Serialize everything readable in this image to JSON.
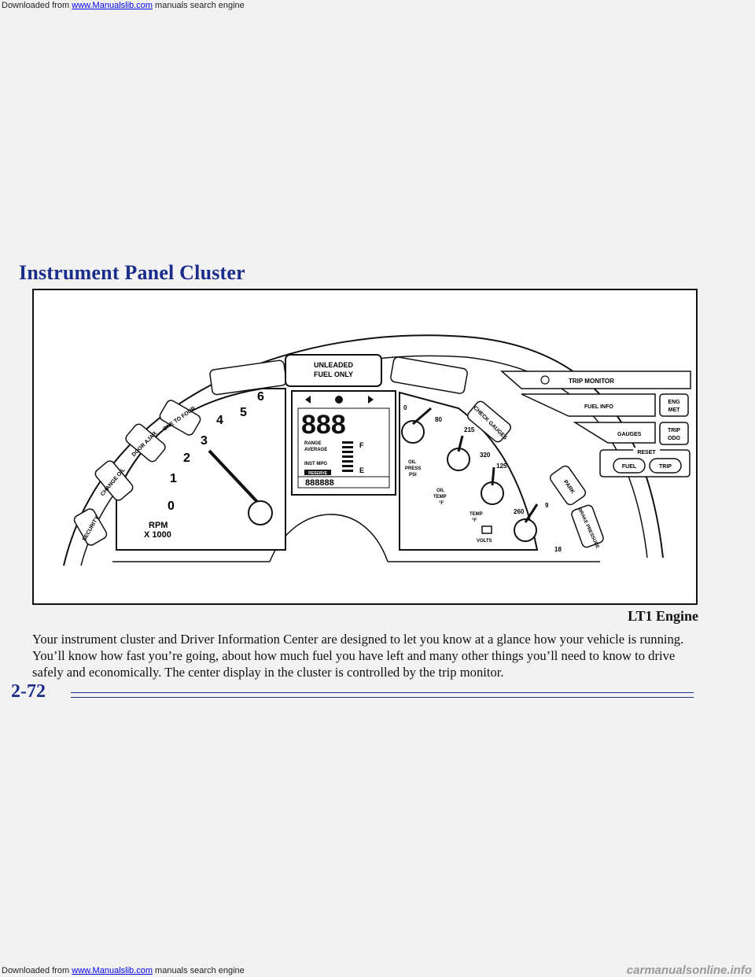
{
  "topbar": {
    "prefix": "Downloaded from ",
    "link": "www.Manualslib.com",
    "suffix": " manuals search engine"
  },
  "heading": "Instrument Panel Cluster",
  "figure": {
    "caption": "LT1 Engine",
    "fuel_label_1": "UNLEADED",
    "fuel_label_2": "FUEL ONLY",
    "left_indicators": [
      "SECURITY",
      "CHANGE OIL",
      "DOOR AJAR",
      "ONE TO FOUR"
    ],
    "right_indicators": [
      "CHECK GAUGES",
      "PARK",
      "BRAKE PRESSURE"
    ],
    "tach_numbers": [
      "0",
      "1",
      "2",
      "3",
      "4",
      "5",
      "6"
    ],
    "tach_label_1": "RPM",
    "tach_label_2": "X 1000",
    "center_digits": "888",
    "center_odometer": "888888",
    "center_range": "RANGE",
    "center_average": "AVERAGE",
    "center_inst_mpg": "INST MPG",
    "center_reserve": "RESERVE",
    "fuel_gauge_f": "F",
    "fuel_gauge_e": "E",
    "oil_press": {
      "low": "0",
      "high": "80",
      "label_1": "OIL",
      "label_2": "PRESS",
      "label_3": "PSI"
    },
    "oil_temp": {
      "low": "215",
      "high": "320",
      "label_1": "OIL",
      "label_2": "TEMP",
      "label_3": "°F"
    },
    "coolant_temp": {
      "low": "125",
      "high": "260",
      "label_1": "TEMP",
      "label_2": "°F"
    },
    "volts": {
      "low": "9",
      "high": "18",
      "label": "VOLTS"
    },
    "trip_monitor": {
      "title": "TRIP MONITOR",
      "fuel_info": "FUEL INFO",
      "eng_met_1": "ENG",
      "eng_met_2": "MET",
      "gauges": "GAUGES",
      "trip_odo_1": "TRIP",
      "trip_odo_2": "ODO",
      "reset": "RESET",
      "fuel": "FUEL",
      "trip": "TRIP"
    }
  },
  "body_text": "Your instrument cluster and Driver Information Center are designed to let you know at a glance how your vehicle is running. You’ll know how fast you’re going, about how much fuel you have left and many other things you’ll need to know to drive safely and economically. The center display in the cluster is controlled by the trip monitor.",
  "page_number": "2-72",
  "bottombar": {
    "prefix": "Downloaded from ",
    "link": "www.Manualslib.com",
    "suffix": " manuals search engine",
    "watermark": "carmanualsonline.info"
  }
}
